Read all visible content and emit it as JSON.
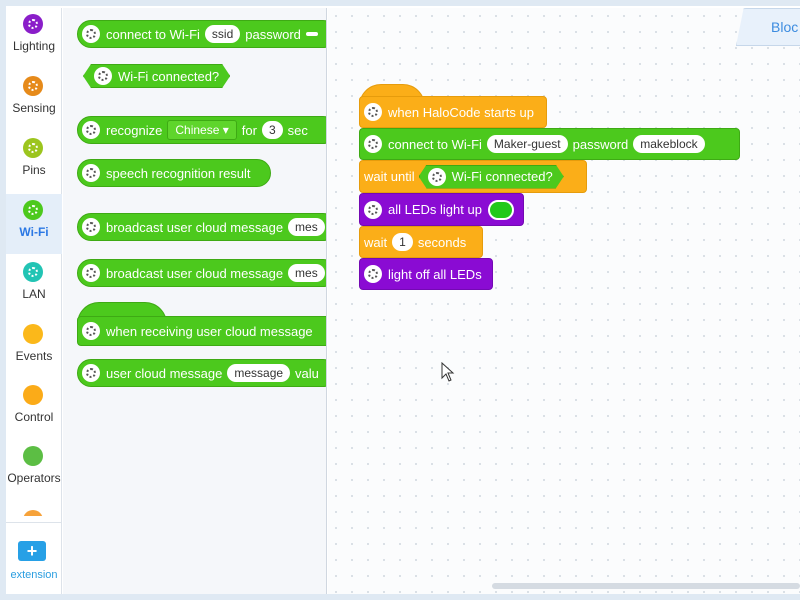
{
  "categories": [
    {
      "label": "Lighting",
      "color": "#8a1ec9",
      "icon": "gear-icon"
    },
    {
      "label": "Sensing",
      "color": "#e68a1a",
      "icon": "gear-icon"
    },
    {
      "label": "Pins",
      "color": "#9cc51e",
      "icon": "gear-icon"
    },
    {
      "label": "Wi-Fi",
      "color": "#4cc91d",
      "icon": "gear-icon"
    },
    {
      "label": "LAN",
      "color": "#22c4b4",
      "icon": "gear-icon"
    },
    {
      "label": "Events",
      "color": "#fbb81a",
      "icon": "circle-icon"
    },
    {
      "label": "Control",
      "color": "#fbab18",
      "icon": "circle-icon"
    },
    {
      "label": "Operators",
      "color": "#5cbe44",
      "icon": "circle-icon"
    }
  ],
  "extension_label": "extension",
  "extension_icon": "plus-icon",
  "tab_label": "Bloc",
  "palette": {
    "connect_wifi": {
      "label": "connect to Wi-Fi",
      "ssid": "ssid",
      "password_label": "password"
    },
    "wifi_connected": "Wi-Fi connected?",
    "recognize": {
      "label": "recognize",
      "language": "Chinese ▾",
      "for_label": "for",
      "seconds": "3",
      "sec_label": "sec"
    },
    "speech_result": "speech recognition result",
    "broadcast1": {
      "label": "broadcast user cloud message",
      "field": "mes"
    },
    "broadcast2": {
      "label": "broadcast user cloud message",
      "field": "mes"
    },
    "when_receiving": "when receiving user cloud message",
    "user_cloud_message": {
      "label": "user cloud message",
      "field": "message",
      "suffix": "valu"
    }
  },
  "script": {
    "hat": "when HaloCode starts up",
    "connect": {
      "label": "connect to Wi-Fi",
      "ssid": "Maker-guest",
      "password_label": "password",
      "password": "makeblock"
    },
    "wait_until": {
      "label": "wait until",
      "condition": "Wi-Fi connected?"
    },
    "leds": {
      "label": "all LEDs light up",
      "color": "#22c91a"
    },
    "wait": {
      "label": "wait",
      "seconds": "1",
      "unit": "seconds"
    },
    "light_off": "light off all LEDs"
  }
}
